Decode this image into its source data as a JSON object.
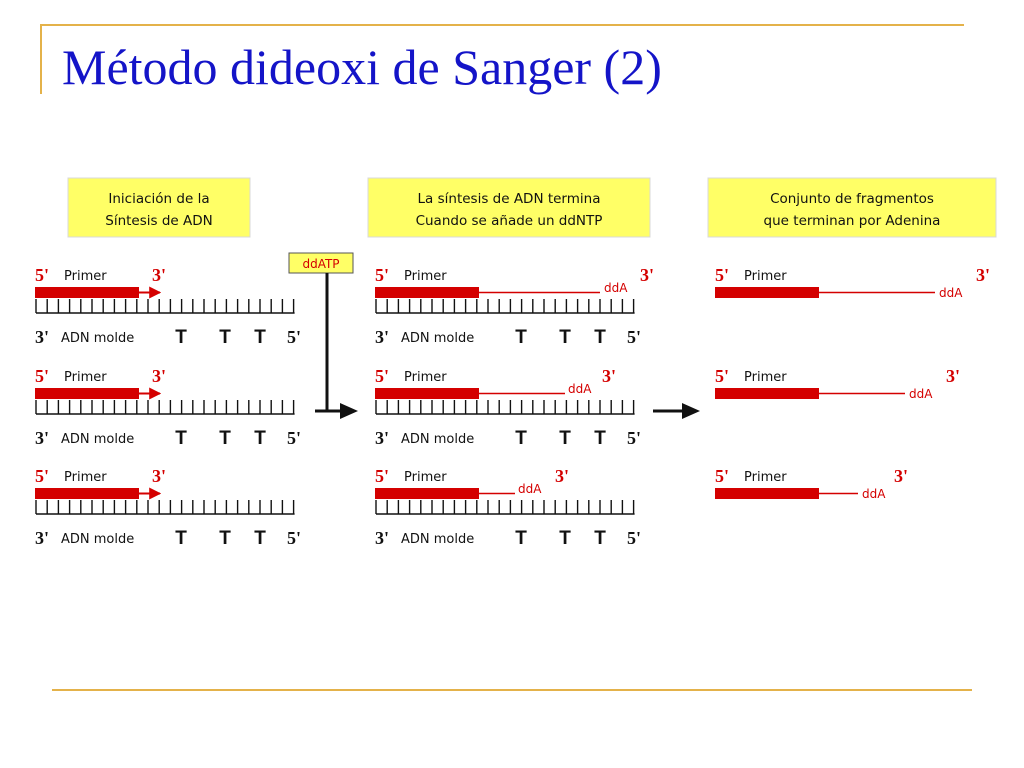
{
  "slide": {
    "title": "Método dideoxi de Sanger (2)"
  },
  "diagram": {
    "headers": [
      {
        "line1": "Iniciación de la",
        "line2": "Síntesis de ADN"
      },
      {
        "line1": "La síntesis de ADN termina",
        "line2": "Cuando se añade un ddNTP"
      },
      {
        "line1": "Conjunto de fragmentos",
        "line2": "que terminan por Adenina"
      }
    ],
    "ddatp_label": "ddATP",
    "five_prime": "5'",
    "three_prime": "3'",
    "primer_label": "Primer",
    "template_label": "ADN molde",
    "base": "T",
    "dd_label": "ddA",
    "colors": {
      "primer": "#d40000",
      "header_box": "#ffff66",
      "title": "#1414c8",
      "frame": "#e4b24a"
    }
  }
}
